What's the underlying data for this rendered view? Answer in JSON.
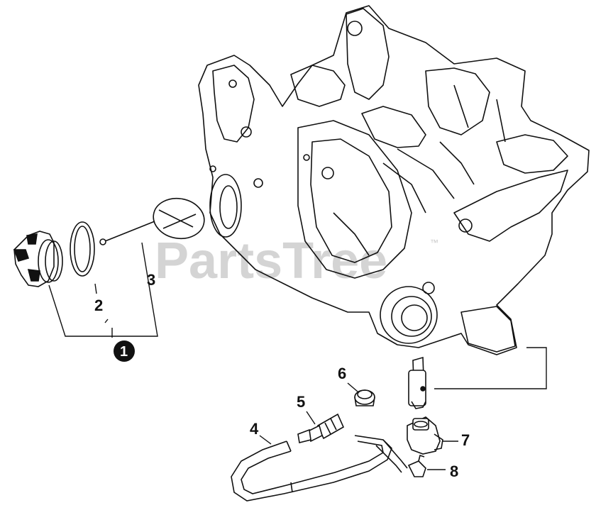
{
  "watermark": {
    "text": "PartsTree",
    "trademark": "™"
  },
  "callouts": {
    "c1": "1",
    "c2": "2",
    "c3": "3",
    "c4": "4",
    "c5": "5",
    "c6": "6",
    "c7": "7",
    "c8": "8"
  },
  "colors": {
    "line": "#111111",
    "watermark": "#d4d4d4",
    "badge": "#111111"
  }
}
